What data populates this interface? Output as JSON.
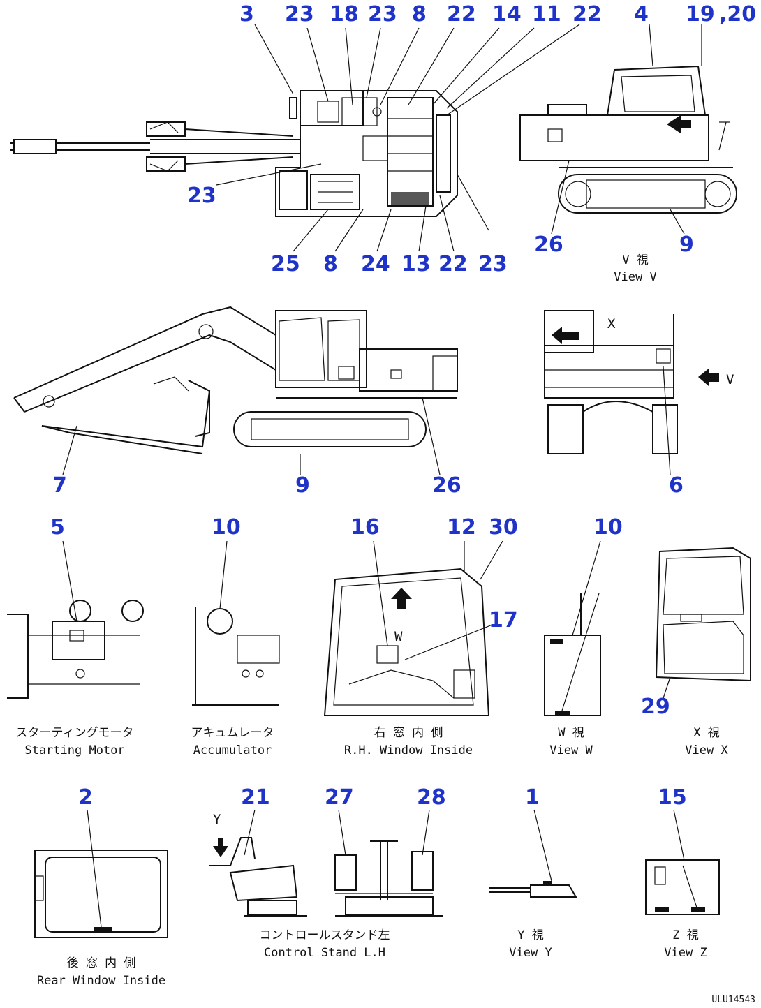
{
  "labels": {
    "top_3": "3",
    "top_23a": "23",
    "top_18": "18",
    "top_23b": "23",
    "top_8": "8",
    "top_22a": "22",
    "top_14": "14",
    "top_11": "11",
    "top_22b": "22",
    "top_4": "4",
    "top_19": "19",
    "top_20": ",20",
    "left_23": "23",
    "bot_25": "25",
    "bot_8": "8",
    "bot_24": "24",
    "bot_13": "13",
    "bot_22": "22",
    "bot_23": "23",
    "v_26": "26",
    "v_9": "9",
    "side_7": "7",
    "side_9": "9",
    "side_26": "26",
    "rear_6": "6",
    "sm_5": "5",
    "acc_10": "10",
    "cab_16": "16",
    "cab_12": "12",
    "cab_30": "30",
    "cab_17": "17",
    "vw_10": "10",
    "vx_29": "29",
    "rw_2": "2",
    "cs_21": "21",
    "cs_27": "27",
    "cs_28": "28",
    "vy_1": "1",
    "vz_15": "15"
  },
  "captions": {
    "view_v_jp": "V 視",
    "view_v_en": "View V",
    "starting_motor_jp": "スターティングモータ",
    "starting_motor_en": "Starting Motor",
    "accumulator_jp": "アキュムレータ",
    "accumulator_en": "Accumulator",
    "rh_window_jp": "右 窓 内 側",
    "rh_window_en": "R.H. Window Inside",
    "view_w_jp": "W 視",
    "view_w_en": "View W",
    "view_x_jp": "X 視",
    "view_x_en": "View X",
    "rear_window_jp": "後 窓 内 側",
    "rear_window_en": "Rear Window Inside",
    "control_stand_jp": "コントロールスタンド左",
    "control_stand_en": "Control Stand L.H",
    "view_y_jp": "Y 視",
    "view_y_en": "View Y",
    "view_z_jp": "Z 視",
    "view_z_en": "View Z"
  },
  "view_letters": {
    "w": "W",
    "x": "X",
    "v": "V",
    "y": "Y"
  },
  "drawing_code": "ULU14543",
  "colors": {
    "label": "#1f33c8",
    "line": "#111111",
    "background": "#ffffff"
  }
}
